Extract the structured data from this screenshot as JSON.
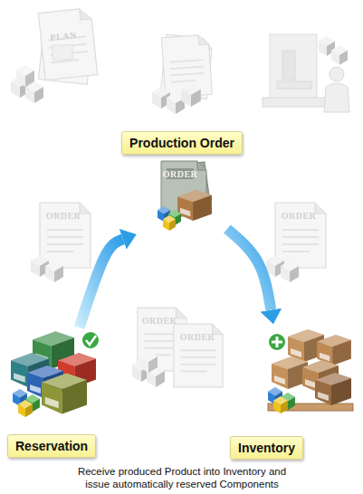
{
  "diagram": {
    "caption": "Receive produced Product into Inventory and issue automatically reserved Components",
    "nodes": [
      {
        "text": [
          "Production Order"
        ]
      },
      {
        "text": [
          "Reservation"
        ]
      },
      {
        "text": [
          "Inventory"
        ]
      }
    ],
    "edges": [
      {
        "from": 1,
        "to": 0,
        "arrow": "to"
      },
      {
        "from": 0,
        "to": 2,
        "arrow": "to"
      }
    ],
    "labels": [
      "PLAN",
      "ORDER",
      "ORDER",
      "ORDER",
      "ORDER",
      "ORDER"
    ]
  }
}
